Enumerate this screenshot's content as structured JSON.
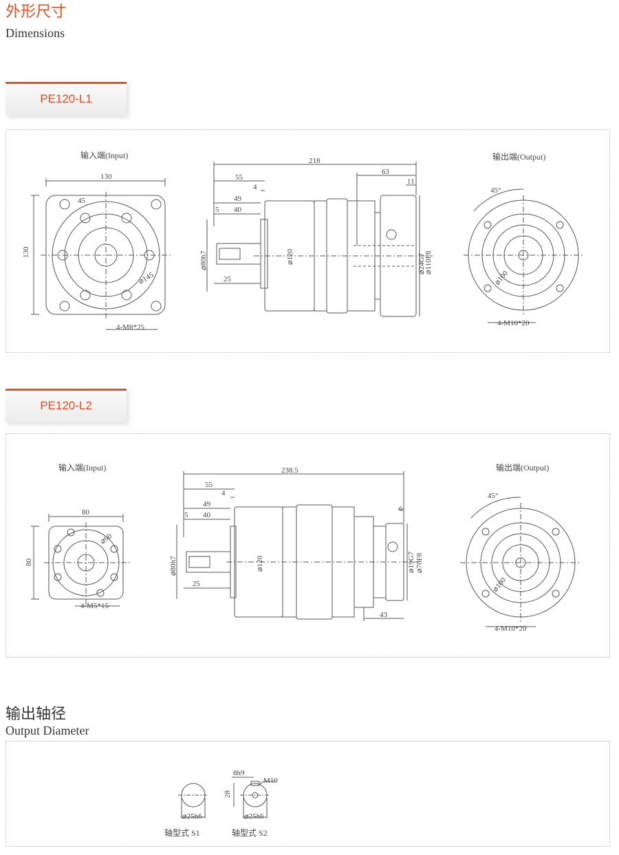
{
  "header": {
    "title_cn": "外形尺寸",
    "title_en": "Dimensions"
  },
  "models": [
    {
      "tab": "PE120-L1",
      "input_label": "输入端(Input)",
      "output_label": "输出端(Output)",
      "input_dims": {
        "width": "130",
        "height": "130",
        "angle": "45",
        "pcd": "⌀145",
        "bolt": "4-M8*25"
      },
      "side_dims": {
        "total": "218",
        "d55": "55",
        "d4": "4",
        "d49": "49",
        "d5": "5",
        "d40": "40",
        "d25": "25",
        "d63": "63",
        "d11": "11",
        "shaft": "⌀80h7",
        "body": "⌀120",
        "flange1": "⌀24G7",
        "flange2": "⌀110F8"
      },
      "output_dims": {
        "angle": "45°",
        "pcd": "⌀100",
        "bolt": "4-M10*20"
      }
    },
    {
      "tab": "PE120-L2",
      "input_label": "输入端(Input)",
      "output_label": "输出端(Output)",
      "input_dims": {
        "width": "80",
        "height": "80",
        "pcd": "⌀90",
        "bolt": "4-M5*15"
      },
      "side_dims": {
        "total": "238.5",
        "d55": "55",
        "d4": "4",
        "d49": "49",
        "d5": "5",
        "d40": "40",
        "d25": "25",
        "d6": "6",
        "d43": "43",
        "shaft": "⌀80h7",
        "body": "⌀120",
        "flange1": "⌀19G7",
        "flange2": "⌀70F8"
      },
      "output_dims": {
        "angle": "45°",
        "pcd": "⌀100",
        "bolt": "4-M10*20"
      }
    }
  ],
  "output_section": {
    "title_cn": "输出轴径",
    "title_en": "Output Diameter",
    "s1": {
      "dia": "⌀25h6",
      "caption": "轴型式 S1"
    },
    "s2": {
      "key": "8h9",
      "thread": "M10",
      "height": "28",
      "dia": "⌀25h6",
      "caption": "轴型式 S2"
    }
  }
}
